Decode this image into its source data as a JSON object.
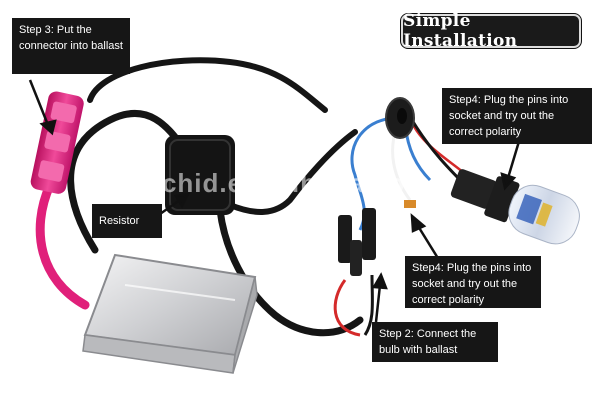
{
  "title": "Simple  Installation",
  "watermark": "xchid.en.alibaba.com",
  "callouts": {
    "step3": "Step 3: Put the connector into ballast",
    "resistor": "Resistor",
    "step4_top": "Step4: Plug the pins into socket and try out the correct polarity",
    "step4_mid": "Step4: Plug the pins into socket and try out the correct polarity",
    "step2": "Step 2: Connect the bulb with ballast"
  },
  "colors": {
    "callout_bg": "#161616",
    "connector_pink": "#e0207a",
    "wire_black": "#151515",
    "ballast_silver": "#d9dadc",
    "wire_blue": "#3a7fd0",
    "wire_red": "#d42a2a"
  }
}
